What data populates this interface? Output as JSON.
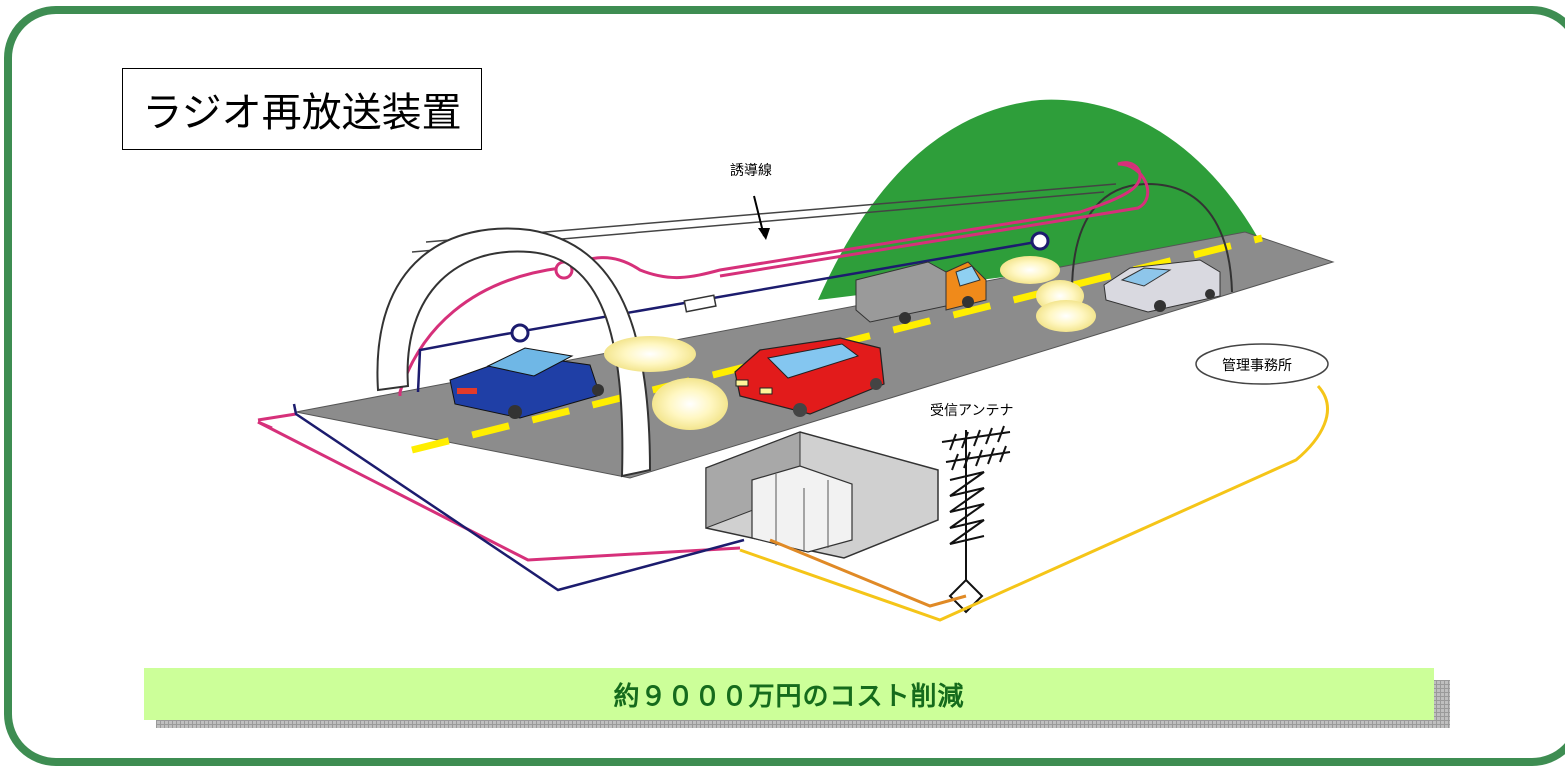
{
  "title": "ラジオ再放送装置",
  "labels": {
    "induction_wire": "誘導線",
    "management_office": "管理事務所",
    "receiving_antenna": "受信アンテナ"
  },
  "banner": {
    "text": "約９０００万円のコスト削減"
  },
  "colors": {
    "frame": "#3e8d52",
    "banner_bg": "#ccff99",
    "banner_text": "#156b1c",
    "mountain": "#2e9e3a",
    "road": "#8c8c8c",
    "lane_marking": "#ffee00",
    "magenta_cable": "#d6307a",
    "navy_cable": "#1c1c6e",
    "yellow_cable": "#f5c518",
    "orange_cable": "#e08a26"
  }
}
